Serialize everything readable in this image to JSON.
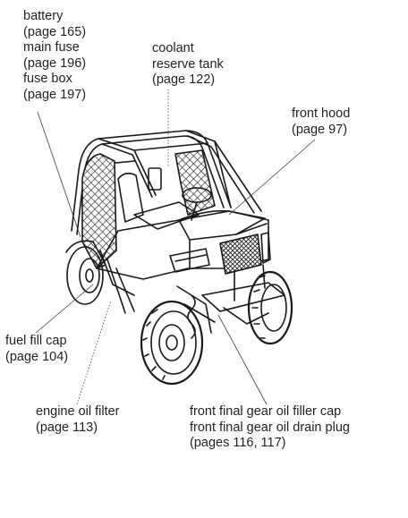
{
  "callouts": {
    "battery": [
      "battery",
      "(page 165)",
      "main fuse",
      "(page 196)",
      "fuse box",
      "(page 197)"
    ],
    "coolant": [
      "coolant",
      "reserve tank",
      "(page 122)"
    ],
    "hood": [
      "front hood",
      "(page 97)"
    ],
    "fuel": [
      "fuel fill cap",
      "(page 104)"
    ],
    "oil_filter": [
      "engine oil filter",
      "(page 113)"
    ],
    "final_gear": [
      "front final gear oil filler cap",
      "front final gear oil drain plug",
      "(pages 116, 117)"
    ]
  }
}
